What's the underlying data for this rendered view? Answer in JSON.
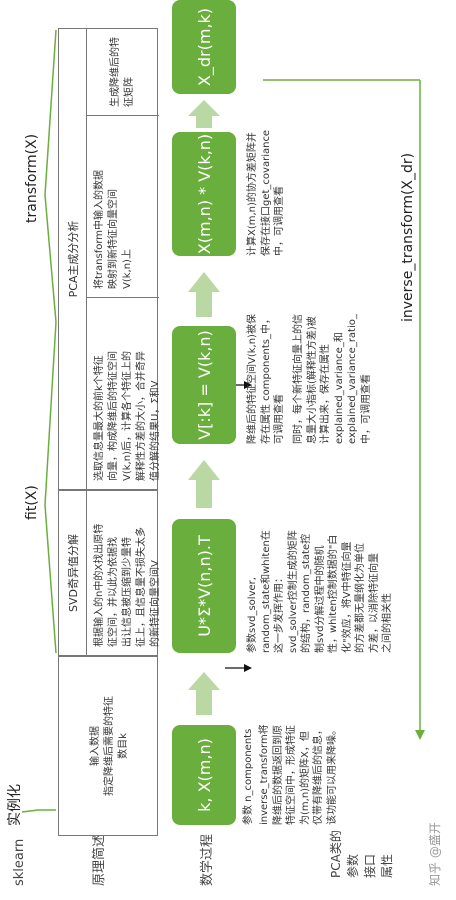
{
  "header": {
    "sklearn_label": "sklearn",
    "principle_label": "原理简述",
    "math_label": "数学过程",
    "pca_params_label": "PCA类的\n参数\n接口\n属性"
  },
  "groups": {
    "example": "实例化",
    "fit": "fit(X)",
    "transform": "transform(X)",
    "inverse": "inverse_transform(X_dr)"
  },
  "boxes": {
    "input": {
      "title": "",
      "body": "输入数据\n指定降维后需要的特征\n数目k"
    },
    "svd": {
      "title": "SVD奇异值分解",
      "body": "根据输入的n中的X找出原特\n征空间，并以此为依据找\n出让信息被压缩到少量特\n征上，且信息量不损失太多\n的新特征向量空间V"
    },
    "pca_main": {
      "title": "PCA主成分分析",
      "body1": "选取信息量最大的前k个特征\n向量，构成降维后的特征空间\nV(k,n)后，计算各个特征上的\n解释性方差的大小，合并奇异\n值分解的结果U，Σ和V",
      "body2": "将transform中输入的数据\n映射到新特征向量空间\nV(k,n)上",
      "body3": "生成降维后的特征矩阵"
    }
  },
  "math": {
    "step1": "k, X(m,n)",
    "step2": "U*Σ*V(n,n).T",
    "step3": "V[:k] = V(k,n)",
    "step4": "X(m,n) * V(k,n)",
    "step5": "X_dr(m,k)"
  },
  "notes": {
    "n1_a": "参数 n_components",
    "n1_b": "inverse_transform将\n降维后的数据返回到原\n特征空间中，形成特征\n为(m,n)的矩阵X，但\n仅带有降维后的信息，\n该功能可以用来降噪。",
    "n2": "参数svd_solver,\nrandom_state和whiten在\n这一步发挥作用：\nsvd_solver控制生成的矩阵\n的结构，random_state控\n制svd分解过程中的随机\n性，whiten控制数据的\"白\n化\"效应，将V中特征向量\n的方差都无量纲化为单位\n方差，以消除特征向量\n之间的相关性",
    "n3_a": "降维后的特征空间V(k,n)被保\n存在属性 components_中，\n可调用查看",
    "n3_b": "同时，每个新特征向量上的信\n息量大小指标(解释性方差)被\n计算出来，保存在属性\nexplained_variance_和\nexplained_variance_ratio_\n中，可调用查看",
    "n4": "计算X(m,n)的协方差矩阵并\n保存在接口get_covariance\n中，可调用查看"
  },
  "watermark": "知乎 @盛开",
  "colors": {
    "green": "#6aaf3d",
    "arrow_green": "#b9d8a3",
    "line": "#6aaf3d"
  }
}
